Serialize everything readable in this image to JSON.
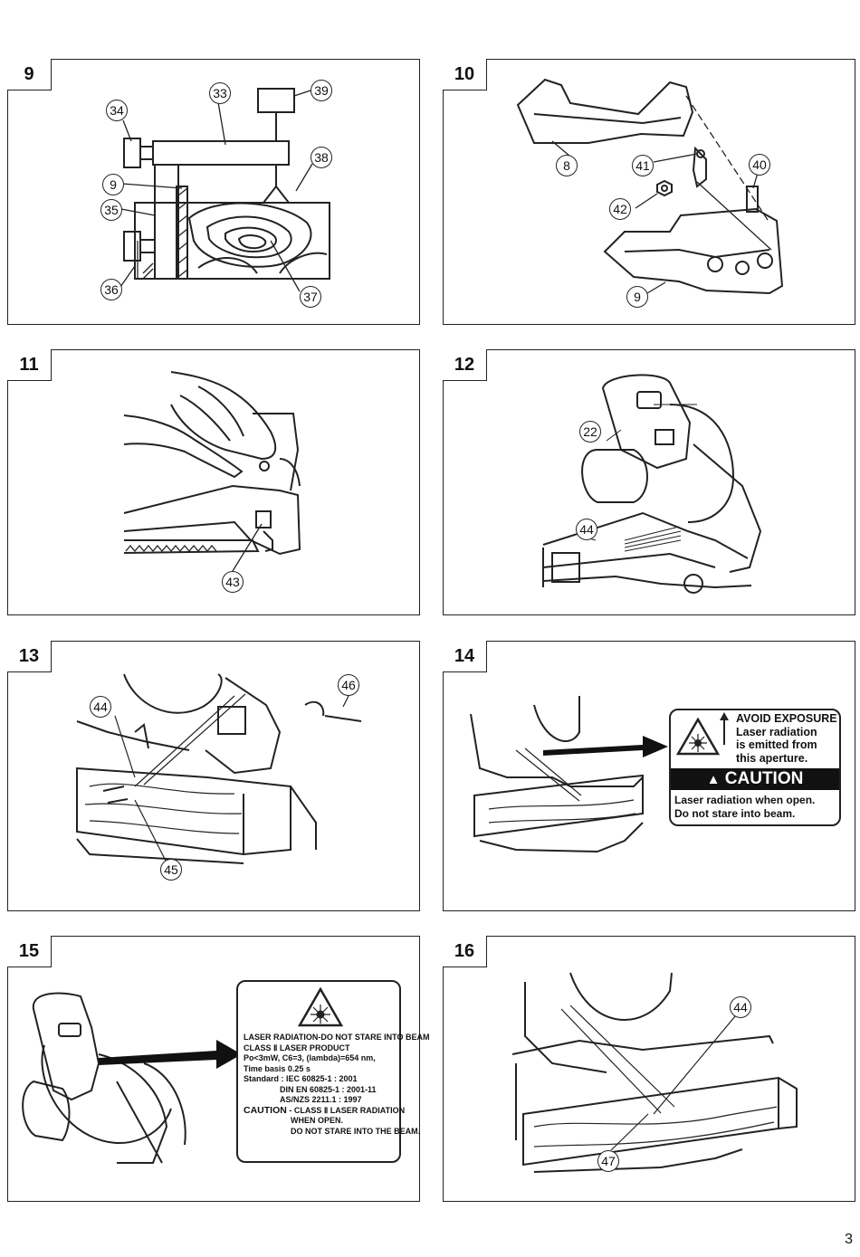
{
  "page_number": "3",
  "figures": [
    {
      "number": "9",
      "callouts": [
        "33",
        "39",
        "34",
        "38",
        "9",
        "35",
        "36",
        "37"
      ]
    },
    {
      "number": "10",
      "callouts": [
        "8",
        "41",
        "40",
        "42",
        "9"
      ]
    },
    {
      "number": "11",
      "callouts": [
        "43"
      ]
    },
    {
      "number": "12",
      "callouts": [
        "22",
        "44"
      ]
    },
    {
      "number": "13",
      "callouts": [
        "46",
        "44",
        "45"
      ]
    },
    {
      "number": "14",
      "callouts": []
    },
    {
      "number": "15",
      "callouts": []
    },
    {
      "number": "16",
      "callouts": [
        "44",
        "47"
      ]
    }
  ],
  "fig14_label": {
    "header_lines": [
      "AVOID EXPOSURE",
      "Laser radiation",
      "is emitted from",
      "this aperture."
    ],
    "caution": "CAUTION",
    "footer_lines": [
      "Laser radiation when open.",
      "Do not stare into beam."
    ]
  },
  "fig15_label": {
    "lines": [
      "LASER RADIATION-DO NOT STARE INTO BEAM",
      "CLASS Ⅱ LASER PRODUCT",
      "Po<3mW, C6=3, (lambda)=654 nm,",
      "Time basis 0.25 s",
      "Standard : IEC 60825-1 : 2001",
      "DIN EN 60825-1 : 2001-11",
      "AS/NZS 2211.1 : 1997"
    ],
    "caution_word": "CAUTION",
    "caution_lines": [
      "- CLASS Ⅱ LASER RADIATION",
      "WHEN OPEN.",
      "DO NOT STARE INTO THE BEAM."
    ]
  }
}
